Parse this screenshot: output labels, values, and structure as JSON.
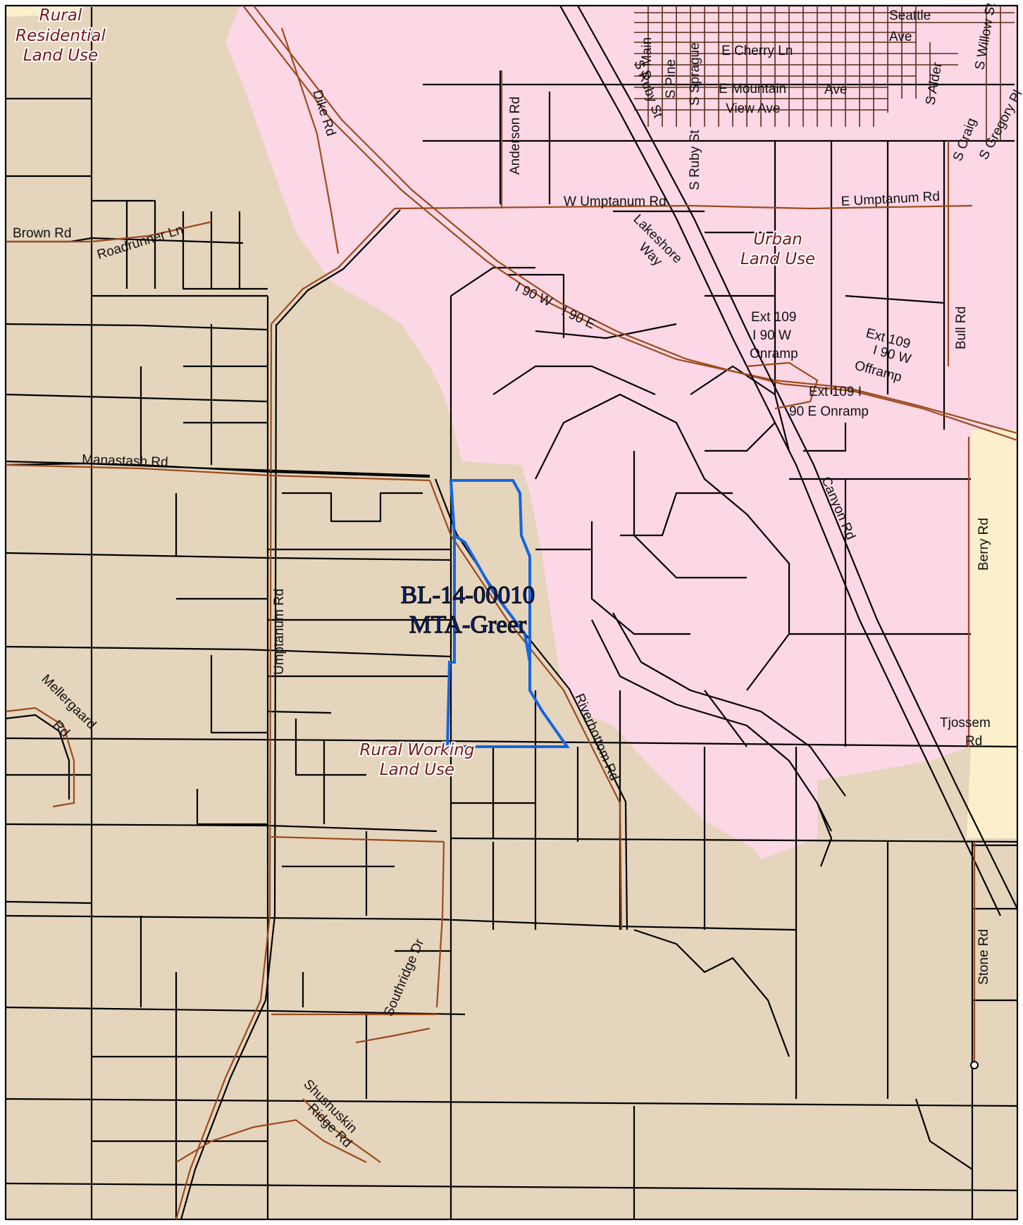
{
  "colors": {
    "rural_working": "#e5d5bd",
    "urban": "#fcd7e6",
    "rural_residential": "#fcefcb",
    "parcel_line": "#000000",
    "road_line": "#9b4a1c",
    "subject_outline": "#1565e0",
    "zone_label": "#7a1818"
  },
  "zones": {
    "rural_residential": [
      "Rural",
      "Residential",
      "Land Use"
    ],
    "urban": [
      "Urban",
      "Land Use"
    ],
    "rural_working": [
      "Rural Working",
      "Land Use"
    ]
  },
  "subject": {
    "line1": "BL-14-00010",
    "line2": "MTA-Greer"
  },
  "roads": {
    "brown": "Brown Rd",
    "roadrunner": "Roadrunner Ln",
    "dike": "Dike Rd",
    "anderson": "Anderson Rd",
    "w_umptanum": "W Umptanum Rd",
    "e_umptanum": "E Umptanum Rd",
    "lakeshore": "Lakeshore",
    "lakeshore_way": "Way",
    "i90w": "I 90 W",
    "i90e": "I 90 E",
    "ext109_a1": "Ext 109",
    "ext109_a2": "I 90 W",
    "ext109_a3": "Onramp",
    "ext109_b1": "Ext 109",
    "ext109_b2": "I 90 W",
    "ext109_b3": "Offramp",
    "ext109_c1": "Ext 109 I",
    "ext109_c2": "90 E Onramp",
    "bull": "Bull Rd",
    "manastash": "Manastash Rd",
    "canyon": "Canyon Rd",
    "berry": "Berry Rd",
    "umptanum": "Umptanum Rd",
    "mellergaard1": "Mellergaard",
    "mellergaard2": "Rd",
    "riverbottom": "Riverbottom Rd",
    "tjossem1": "Tjossem",
    "tjossem2": "Rd",
    "southridge": "Southridge Dr",
    "shushuskin1": "Shushuskin",
    "shushuskin2": "Ridge Rd",
    "stone": "Stone Rd",
    "e_cherry": "E Cherry Ln",
    "e_mountain": "E Mountain",
    "view_ave": "View Ave",
    "e_mountain_ave": "Ave",
    "seattle": "Seattle",
    "seattle_ave": "Ave",
    "s_main": "S Main",
    "s_ruby": "S Ruby St",
    "s_pine": "S Pine",
    "s_sprague": "S Sprague",
    "s_ruby_ext": "S Ruby St",
    "s_alder": "S Alder",
    "s_willow": "S Willow St",
    "s_craig": "S Craig",
    "s_gregory": "S Gregory Pl"
  }
}
